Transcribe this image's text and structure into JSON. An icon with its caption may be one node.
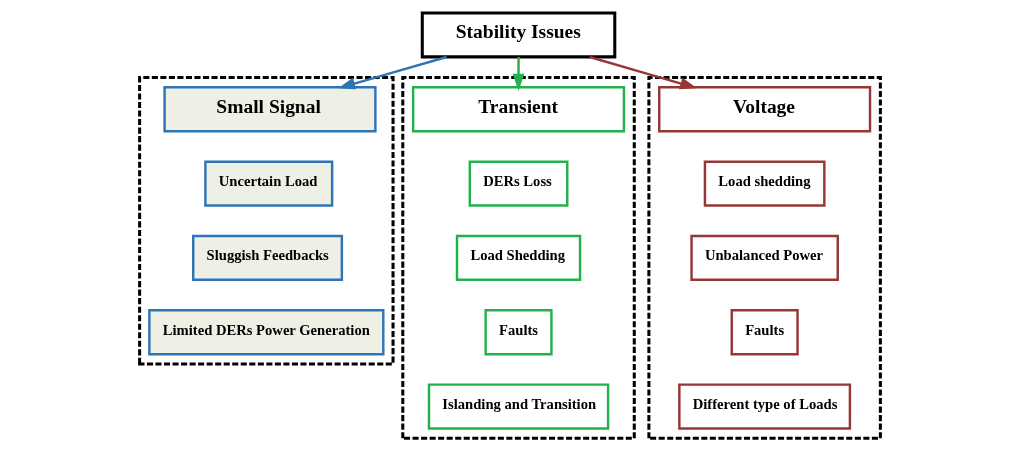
{
  "diagram": {
    "nodes": [
      {
        "text": [
          "Stability Issues"
        ]
      },
      {
        "text": [],
        "shape": "box"
      },
      {
        "text": [
          "Small Signal"
        ],
        "in": 1
      },
      {
        "text": [
          "Uncertain Load"
        ],
        "in": 1
      },
      {
        "text": [
          "Sluggish Feedbacks"
        ],
        "in": 1
      },
      {
        "text": [
          "Limited DERs Power Generation"
        ],
        "in": 1
      },
      {
        "text": [],
        "shape": "box"
      },
      {
        "text": [
          "Transient"
        ],
        "in": 6
      },
      {
        "text": [
          "DERs Loss"
        ],
        "in": 6
      },
      {
        "text": [
          "Load Shedding"
        ],
        "in": 6
      },
      {
        "text": [
          "Faults"
        ],
        "in": 6
      },
      {
        "text": [
          "Islanding and Transition"
        ],
        "in": 6
      },
      {
        "text": [],
        "shape": "box"
      },
      {
        "text": [
          "Voltage"
        ],
        "in": 12
      },
      {
        "text": [
          "Load shedding"
        ],
        "in": 12
      },
      {
        "text": [
          "Unbalanced Power"
        ],
        "in": 12
      },
      {
        "text": [
          "Faults"
        ],
        "in": 12
      },
      {
        "text": [
          "Different type of Loads"
        ],
        "in": 12
      }
    ],
    "edges": [
      {
        "from": 0,
        "to": 2,
        "arrow": "to",
        "color": "#2e75b6"
      },
      {
        "from": 0,
        "to": 7,
        "arrow": "to",
        "color": "#22b14c"
      },
      {
        "from": 0,
        "to": 13,
        "arrow": "to",
        "color": "#953735"
      }
    ]
  }
}
